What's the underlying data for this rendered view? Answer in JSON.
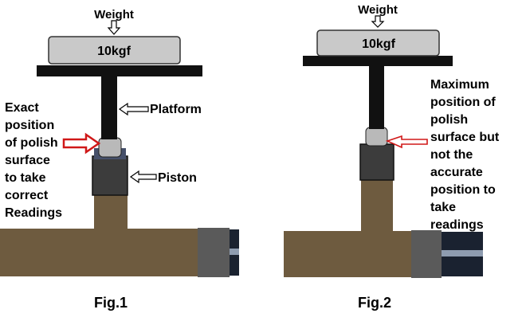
{
  "colors": {
    "pipe": "#6e5b3f",
    "piston": "#3c3c3c",
    "polish_surface": "#b9b9b9",
    "weight_box": "#c9c9c9",
    "platform": "#111111",
    "pointer_red": "#d01818",
    "coupling": "#5a5a5a",
    "pipe_dark": "#1a2230",
    "pipe_stripe": "#8e9cb0"
  },
  "fig1": {
    "weight_label": "Weight",
    "weight_value": "10kgf",
    "platform_label": "Platform",
    "piston_label": "Piston",
    "note_lines": [
      "Exact",
      "position",
      "of polish",
      "surface",
      "to take",
      "correct",
      "Readings"
    ],
    "caption": "Fig.1"
  },
  "fig2": {
    "weight_label": "Weight",
    "weight_value": "10kgf",
    "note_lines": [
      "Maximum",
      "position of",
      "polish",
      "surface but",
      "not the",
      "accurate",
      "position to",
      "take",
      "readings"
    ],
    "caption": "Fig.2"
  }
}
